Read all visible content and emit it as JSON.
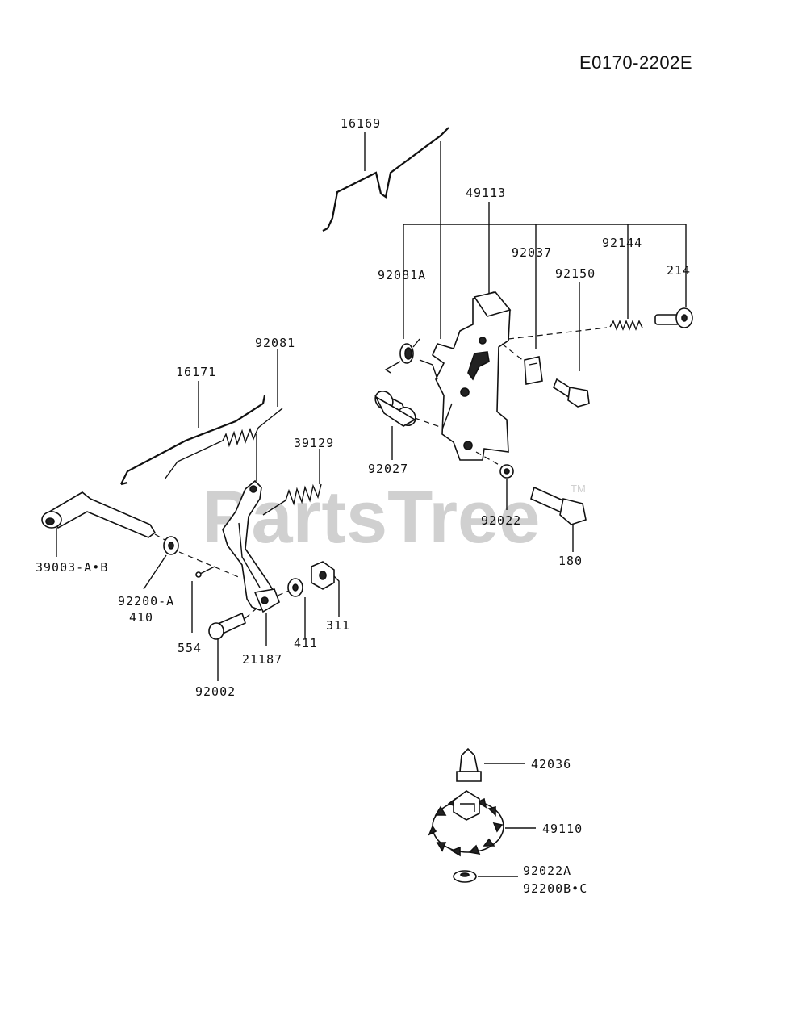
{
  "diagram_code": "E0170-2202E",
  "watermark": {
    "text": "PartsTree",
    "trademark": "TM"
  },
  "parts": {
    "p16169": "16169",
    "p49113": "49113",
    "p92037": "92037",
    "p92144": "92144",
    "p92150": "92150",
    "p214": "214",
    "p92081A": "92081A",
    "p92081": "92081",
    "p16171": "16171",
    "p39129": "39129",
    "p92027": "92027",
    "p92022": "92022",
    "p180": "180",
    "p39003": "39003-A•B",
    "p92200A": "92200-A",
    "p410": "410",
    "p554": "554",
    "p21187": "21187",
    "p411": "411",
    "p311": "311",
    "p92002": "92002",
    "p42036": "42036",
    "p49110": "49110",
    "p92022A": "92022A",
    "p92200BC": "92200B•C"
  }
}
